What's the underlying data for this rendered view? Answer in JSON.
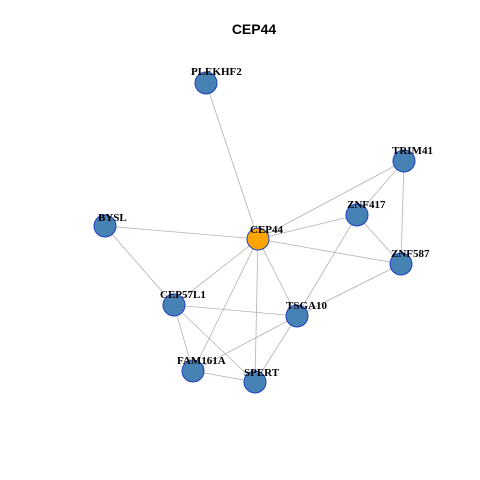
{
  "title": "CEP44",
  "colors": {
    "default_node": "#4682b4",
    "center_node": "#ffa500",
    "node_border": "#1f3fbf",
    "edge": "#b3b3b3"
  },
  "nodes": [
    {
      "id": "CEP44",
      "label": "CEP44",
      "highlight": true
    },
    {
      "id": "PLEKHF2",
      "label": "PLEKHF2",
      "highlight": false
    },
    {
      "id": "TRIM41",
      "label": "TRIM41",
      "highlight": false
    },
    {
      "id": "ZNF417",
      "label": "ZNF417",
      "highlight": false
    },
    {
      "id": "ZNF587",
      "label": "ZNF587",
      "highlight": false
    },
    {
      "id": "BYSL",
      "label": "BYSL",
      "highlight": false
    },
    {
      "id": "CEP57L1",
      "label": "CEP57L1",
      "highlight": false
    },
    {
      "id": "TSGA10",
      "label": "TSGA10",
      "highlight": false
    },
    {
      "id": "FAM161A",
      "label": "FAM161A",
      "highlight": false
    },
    {
      "id": "SPERT",
      "label": "SPERT",
      "highlight": false
    }
  ],
  "edges": [
    [
      "CEP44",
      "PLEKHF2"
    ],
    [
      "CEP44",
      "ZNF417"
    ],
    [
      "CEP44",
      "TRIM41"
    ],
    [
      "CEP44",
      "ZNF587"
    ],
    [
      "CEP44",
      "BYSL"
    ],
    [
      "CEP44",
      "CEP57L1"
    ],
    [
      "CEP44",
      "TSGA10"
    ],
    [
      "CEP44",
      "FAM161A"
    ],
    [
      "CEP44",
      "SPERT"
    ],
    [
      "TRIM41",
      "ZNF417"
    ],
    [
      "TRIM41",
      "ZNF587"
    ],
    [
      "ZNF417",
      "ZNF587"
    ],
    [
      "ZNF417",
      "TSGA10"
    ],
    [
      "ZNF587",
      "TSGA10"
    ],
    [
      "BYSL",
      "CEP57L1"
    ],
    [
      "CEP57L1",
      "TSGA10"
    ],
    [
      "CEP57L1",
      "FAM161A"
    ],
    [
      "CEP57L1",
      "SPERT"
    ],
    [
      "TSGA10",
      "FAM161A"
    ],
    [
      "TSGA10",
      "SPERT"
    ],
    [
      "FAM161A",
      "SPERT"
    ]
  ]
}
